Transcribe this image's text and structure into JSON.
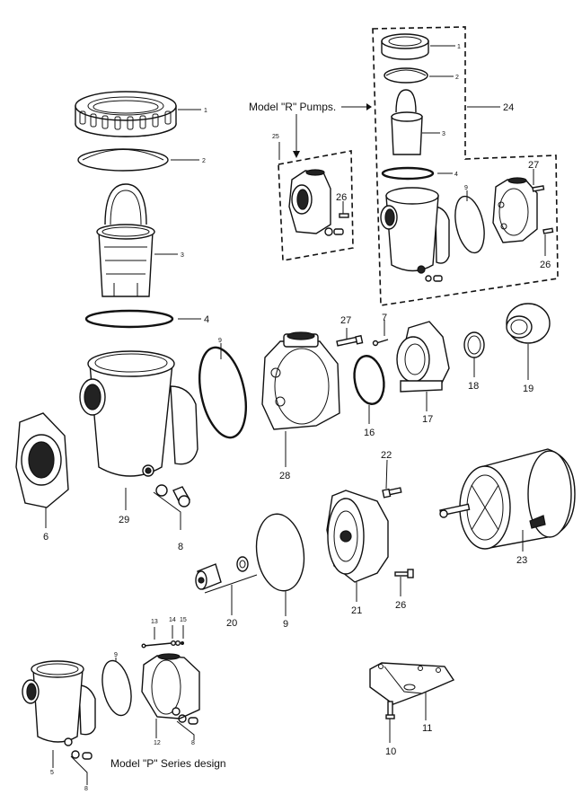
{
  "diagram": {
    "subject": "Pool pump exploded parts diagram",
    "captions": {
      "model_r": "Model \"R\" Pumps.",
      "model_p": "Model \"P\" Series design"
    },
    "labels": {
      "l1": "1",
      "l2": "2",
      "l3": "3",
      "l4": "4",
      "l5": "5",
      "l6": "6",
      "l7": "7",
      "l8a": "8",
      "l8b": "8",
      "l8c": "8",
      "l9a": "9",
      "l9b": "9",
      "l9c": "9",
      "l10": "10",
      "l11": "11",
      "l12": "12",
      "l13": "13",
      "l14": "14",
      "l15": "15",
      "l16": "16",
      "l17": "17",
      "l18": "18",
      "l19": "19",
      "l20": "20",
      "l21": "21",
      "l22": "22",
      "l23": "23",
      "l24": "24",
      "l25": "25",
      "l26a": "26",
      "l26b": "26",
      "l26c": "26",
      "l27a": "27",
      "l27b": "27",
      "l28": "28",
      "l29": "29",
      "r1": "1",
      "r2": "2",
      "r3": "3",
      "r4": "4",
      "r9": "9"
    }
  }
}
